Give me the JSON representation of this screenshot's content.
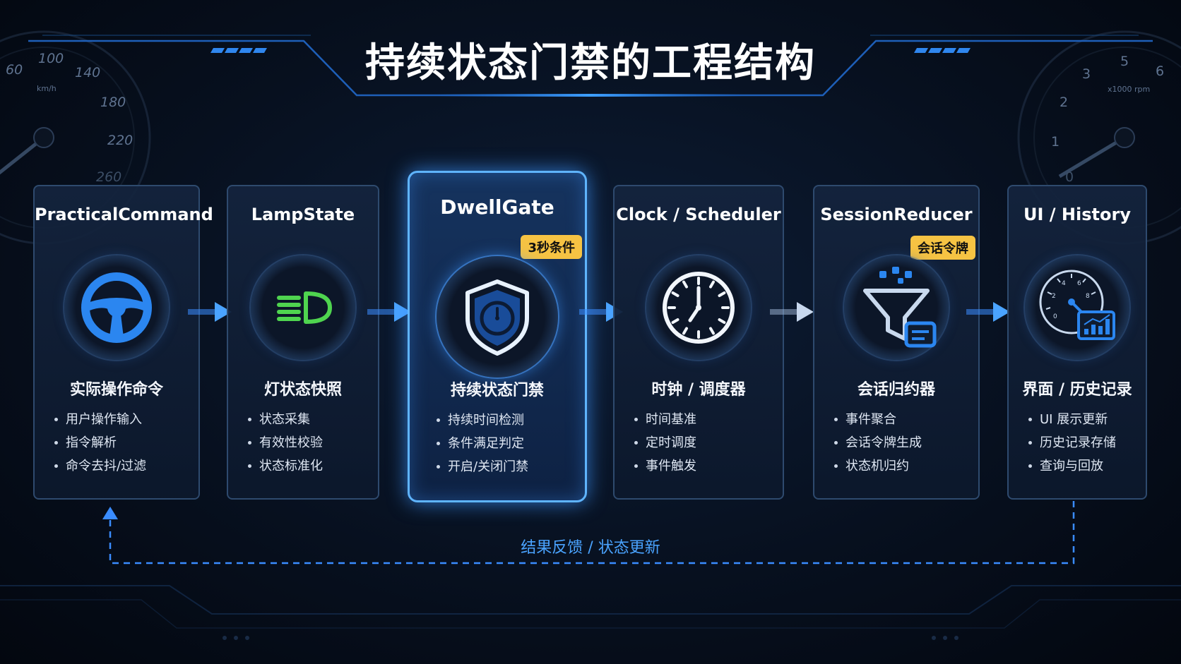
{
  "title": "持续状态门禁的工程结构",
  "gauges": {
    "left": {
      "ticks": [
        "60",
        "100",
        "140",
        "180",
        "220",
        "260"
      ],
      "unit": "km/h"
    },
    "right": {
      "ticks": [
        "0",
        "1",
        "2",
        "3",
        "5",
        "6"
      ],
      "unit": "x1000 rpm"
    }
  },
  "cards": [
    {
      "title": "PracticalCommand",
      "icon": "steering-wheel-icon",
      "subtitle": "实际操作命令",
      "bullets": [
        "用户操作输入",
        "指令解析",
        "命令去抖/过滤"
      ],
      "badge": ""
    },
    {
      "title": "LampState",
      "icon": "headlight-icon",
      "subtitle": "灯状态快照",
      "bullets": [
        "状态采集",
        "有效性校验",
        "状态标准化"
      ],
      "badge": ""
    },
    {
      "title": "DwellGate",
      "icon": "shield-clock-icon",
      "subtitle": "持续状态门禁",
      "bullets": [
        "持续时间检测",
        "条件满足判定",
        "开启/关闭门禁"
      ],
      "badge": "3秒条件",
      "highlighted": true
    },
    {
      "title": "Clock / Scheduler",
      "icon": "clock-icon",
      "subtitle": "时钟 / 调度器",
      "bullets": [
        "时间基准",
        "定时调度",
        "事件触发"
      ],
      "badge": ""
    },
    {
      "title": "SessionReducer",
      "icon": "funnel-icon",
      "subtitle": "会话归约器",
      "bullets": [
        "事件聚合",
        "会话令牌生成",
        "状态机归约"
      ],
      "badge": "会话令牌"
    },
    {
      "title": "UI / History",
      "icon": "dashboard-chart-icon",
      "subtitle": "界面 / 历史记录",
      "bullets": [
        "UI 展示更新",
        "历史记录存储",
        "查询与回放"
      ],
      "badge": "",
      "gauge_ticks": [
        "0",
        "2",
        "4",
        "6",
        "8"
      ]
    }
  ],
  "feedback_label": "结果反馈 / 状态更新",
  "colors": {
    "accent": "#4aa3ff",
    "badge": "#f6c343",
    "lamp_green": "#4fd44f",
    "highlight_border": "#5fb4ff"
  }
}
